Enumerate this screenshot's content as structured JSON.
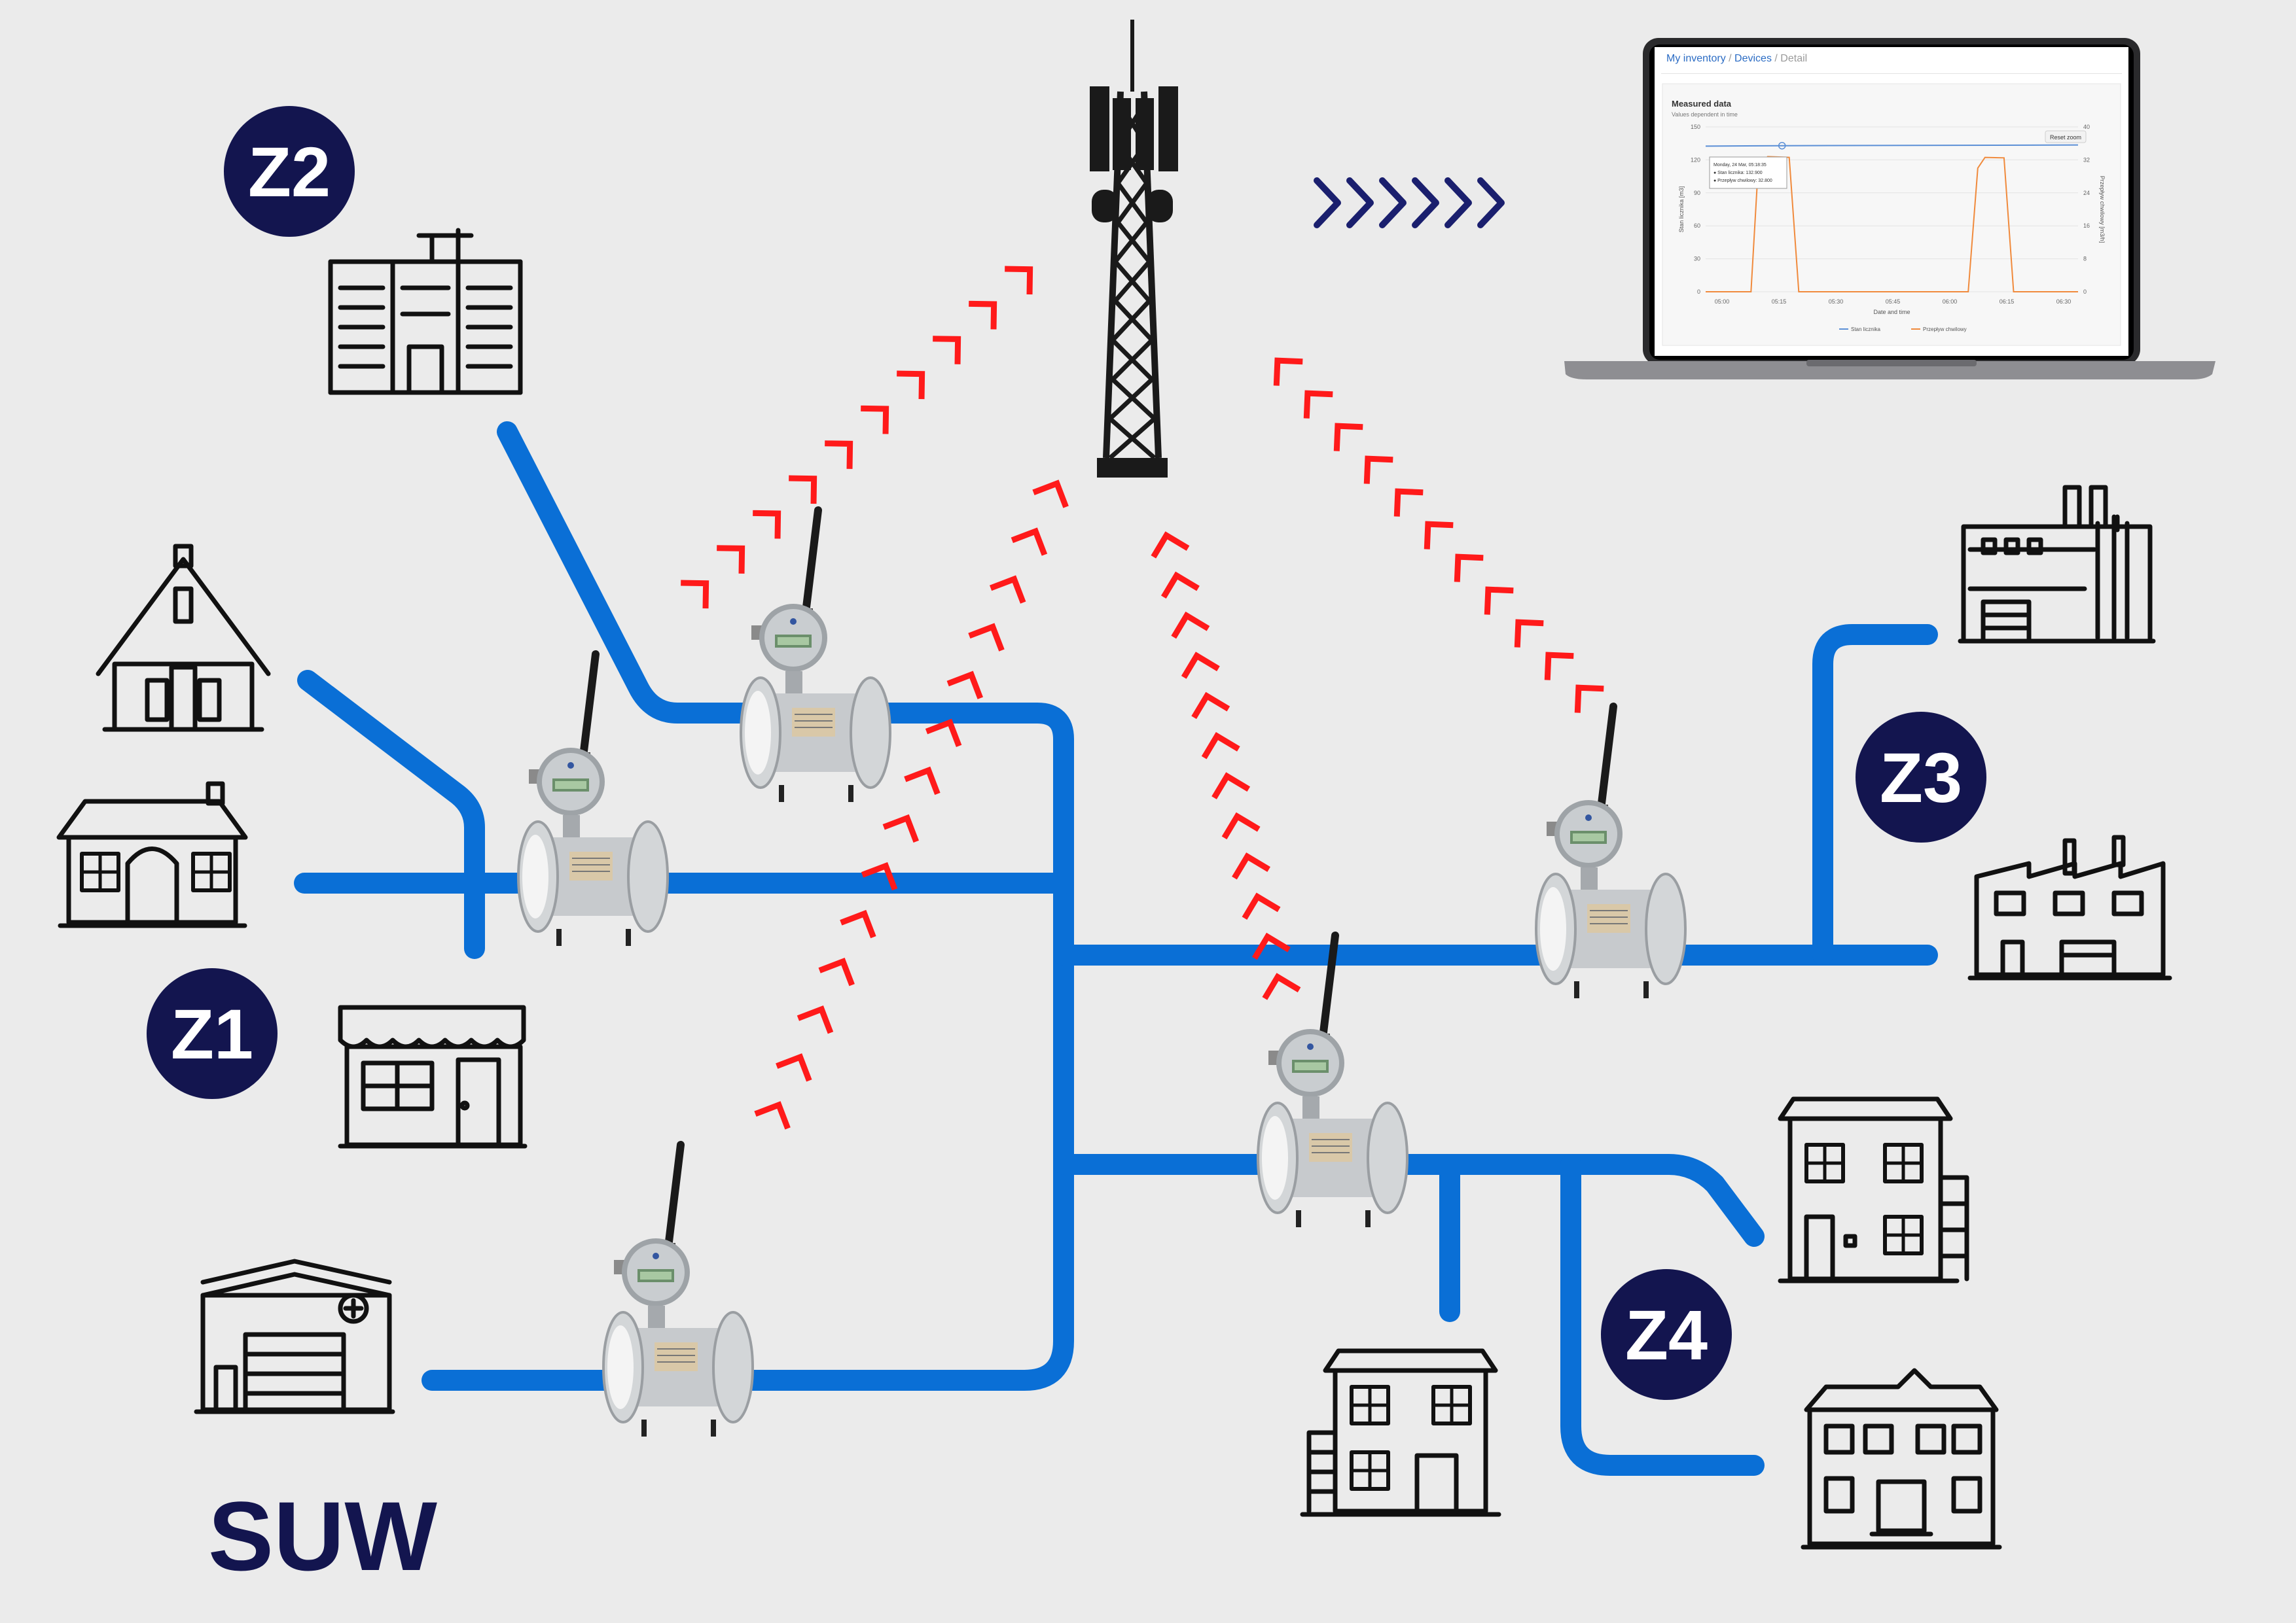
{
  "zones": [
    {
      "id": "z1",
      "label": "Z1"
    },
    {
      "id": "z2",
      "label": "Z2"
    },
    {
      "id": "z3",
      "label": "Z3"
    },
    {
      "id": "z4",
      "label": "Z4"
    }
  ],
  "station_label": "SUW",
  "colors": {
    "pipe": "#0a6fd6",
    "signal": "#ff1a1a",
    "zone_badge": "#13154f",
    "chevrons": "#1a1f6e",
    "background": "#ebebeb"
  },
  "laptop": {
    "breadcrumb": {
      "part1": "My inventory",
      "sep1": " / ",
      "part2": "Devices",
      "sep2": " / ",
      "part3": "Detail"
    },
    "card_title": "Measured data",
    "card_subtitle": "Values dependent in time",
    "reset_button": "Reset zoom",
    "x_axis_title": "Date and time",
    "y_left_title": "Stan licznika [m3]",
    "y_right_title": "Przepływ chwilowy [m3/h]",
    "tooltip": {
      "date": "Monday, 24 Mar, 05:18:35",
      "line1_label": "Stan licznika:",
      "line1_value": "132.900",
      "line2_label": "Przepływ chwilowy:",
      "line2_value": "32.800"
    },
    "legend": [
      "Stan licznika",
      "Przepływ chwilowy"
    ]
  },
  "chart_data": {
    "type": "line",
    "x": [
      "05:00",
      "05:15",
      "05:30",
      "05:45",
      "06:00",
      "06:15",
      "06:30"
    ],
    "series": [
      {
        "name": "Stan licznika",
        "axis": "left",
        "points": [
          [
            0,
            132.5
          ],
          [
            3.2,
            132.9
          ],
          [
            13.5,
            133.4
          ],
          [
            15.6,
            133.6
          ]
        ]
      },
      {
        "name": "Przepływ chwilowy",
        "axis": "right",
        "points": [
          [
            0,
            0
          ],
          [
            1.9,
            0
          ],
          [
            2.2,
            30
          ],
          [
            2.6,
            32.8
          ],
          [
            3.5,
            32.6
          ],
          [
            3.9,
            0
          ],
          [
            11.0,
            0
          ],
          [
            11.4,
            30
          ],
          [
            11.7,
            32.6
          ],
          [
            12.5,
            32.5
          ],
          [
            12.9,
            0
          ],
          [
            15.6,
            0
          ]
        ]
      }
    ],
    "y_left_ticks": [
      0,
      30,
      60,
      90,
      120,
      150
    ],
    "y_right_ticks": [
      0,
      8,
      16,
      24,
      32,
      40
    ],
    "ylim_left": [
      0,
      150
    ],
    "ylim_right": [
      0,
      40
    ],
    "xlabel": "Date and time",
    "ylabel_left": "Stan licznika [m3]",
    "ylabel_right": "Przepływ chwilowy [m3/h]",
    "legend": "bottom",
    "grid": true
  }
}
